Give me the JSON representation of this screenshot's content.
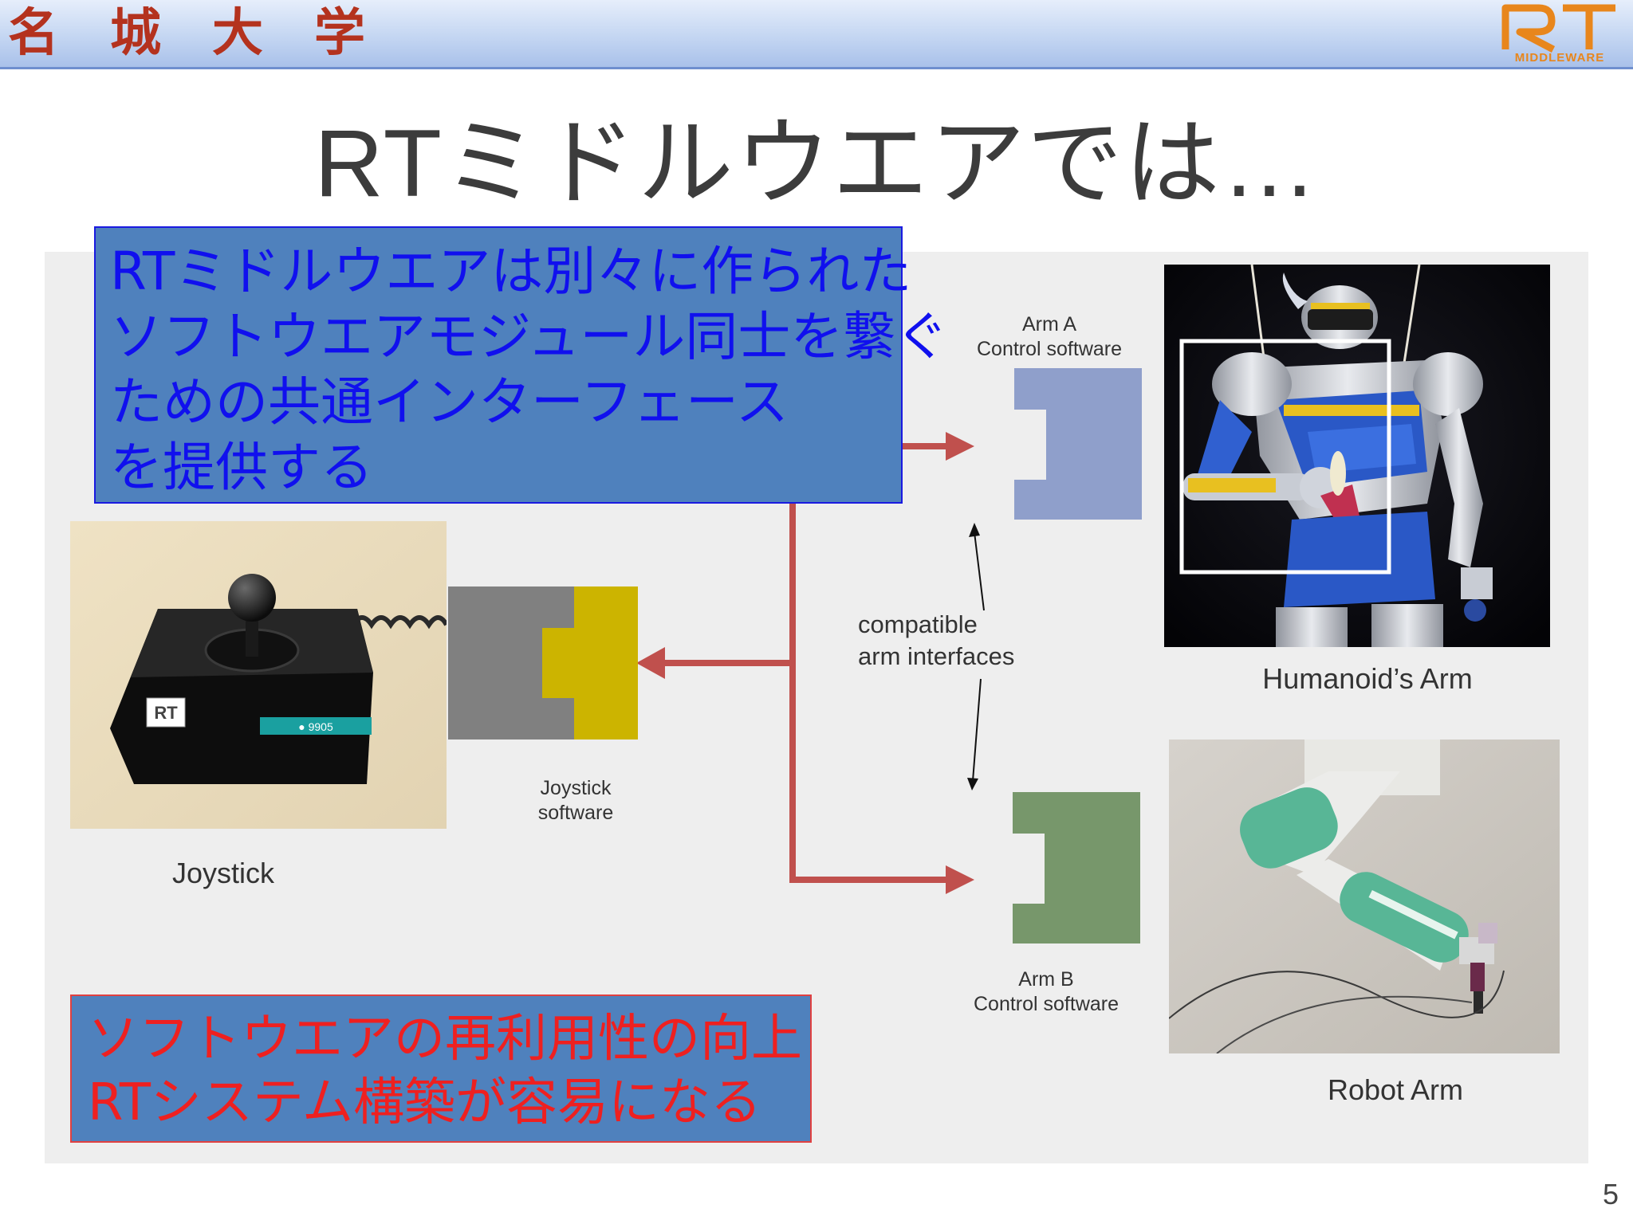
{
  "header": {
    "university_chars": [
      "名",
      "城",
      "大",
      "学"
    ],
    "logo_text": "RT",
    "logo_subtext": "MIDDLEWARE"
  },
  "slide": {
    "title": "RTミドルウエアでは…",
    "page_number": "5"
  },
  "callout_top": {
    "text": "RTミドルウエアは別々に作られた\nソフトウエアモジュール同士を繋ぐ\nための共通インターフェース\nを提供する"
  },
  "callout_bottom": {
    "text": "ソフトウエアの再利用性の向上\nRTシステム構築が容易になる"
  },
  "labels": {
    "arm_a": "Arm A\nControl software",
    "arm_b": "Arm B\nControl software",
    "joystick_software": "Joystick\nsoftware",
    "compatible": "compatible\narm interfaces",
    "joystick": "Joystick",
    "humanoid_arm": "Humanoid’s Arm",
    "robot_arm": "Robot Arm"
  },
  "joystick_device": {
    "badge_text": "RT",
    "sticker_text": "● 9905"
  },
  "colors": {
    "arrow": "#c0504d",
    "arm_a_block": "#8f9fcb",
    "arm_b_block": "#77976b",
    "joystick_gray": "#808080",
    "joystick_yellow": "#ccb400",
    "callout_fill": "#4f81bd"
  }
}
